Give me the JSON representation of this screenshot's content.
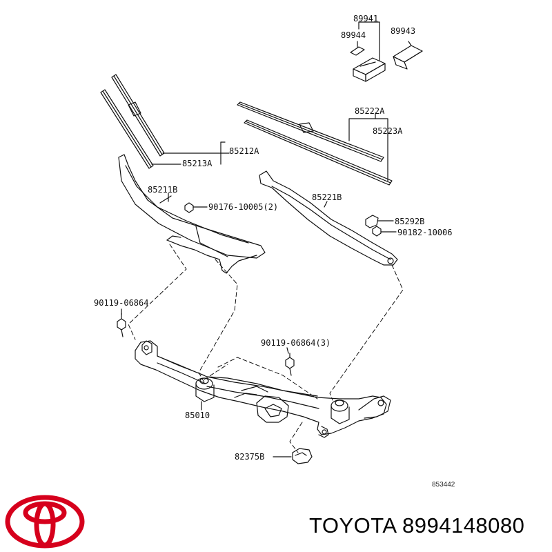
{
  "part_labels": {
    "p89941": "89941",
    "p89944": "89944",
    "p89943": "89943",
    "p85222A": "85222A",
    "p85223A": "85223A",
    "p85212A": "85212A",
    "p85213A": "85213A",
    "p85211B": "85211B",
    "p90176": "90176-10005(2)",
    "p85221B": "85221B",
    "p85292B": "85292B",
    "p90182": "90182-10006",
    "p90119a": "90119-06864",
    "p90119b": "90119-06864(3)",
    "p85010": "85010",
    "p82375B": "82375B"
  },
  "illustration_number": "853442",
  "brand": {
    "caption": "TOYOTA 8994148080",
    "logo_color": "#d6001c",
    "logo_icon": "toyota-logo"
  },
  "line_color": "#111111"
}
